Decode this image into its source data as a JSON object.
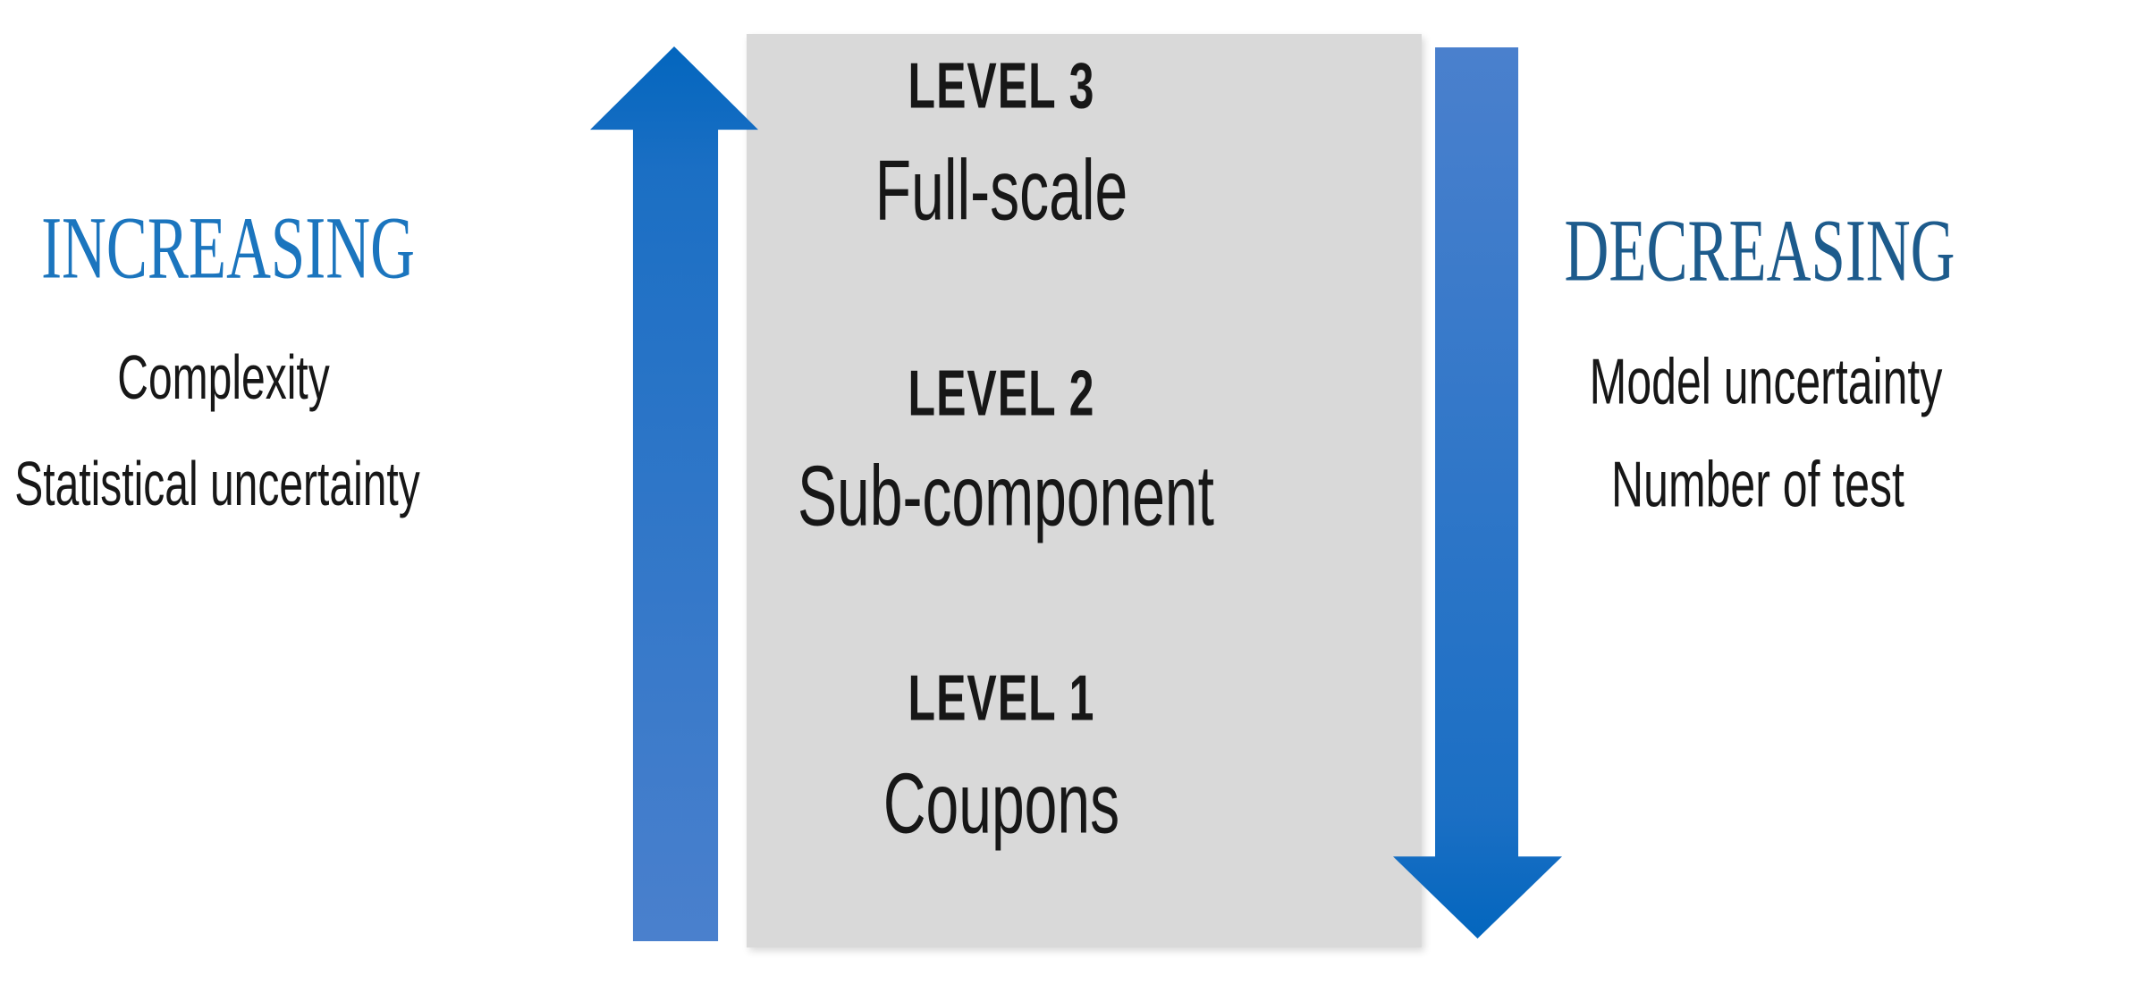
{
  "left_panel": {
    "heading": "INCREASING",
    "items": [
      "Complexity",
      "Statistical uncertainty"
    ]
  },
  "right_panel": {
    "heading": "DECREASING",
    "items": [
      "Model uncertainty",
      "Number of test"
    ]
  },
  "levels_box": {
    "levels": [
      {
        "label": "LEVEL 3",
        "sublabel": "Full-scale"
      },
      {
        "label": "LEVEL 2",
        "sublabel": "Sub-component"
      },
      {
        "label": "LEVEL 1",
        "sublabel": "Coupons"
      }
    ]
  },
  "icons": {
    "up_arrow": "up-arrow",
    "down_arrow": "down-arrow"
  },
  "colors": {
    "heading-increasing": "#1B75BE",
    "heading-decreasing": "#1D5B8C",
    "arrow-dark": "#0366BE",
    "arrow-light": "#4A80CD",
    "box-gray": "#D9D9D9",
    "text-black": "#171717"
  }
}
